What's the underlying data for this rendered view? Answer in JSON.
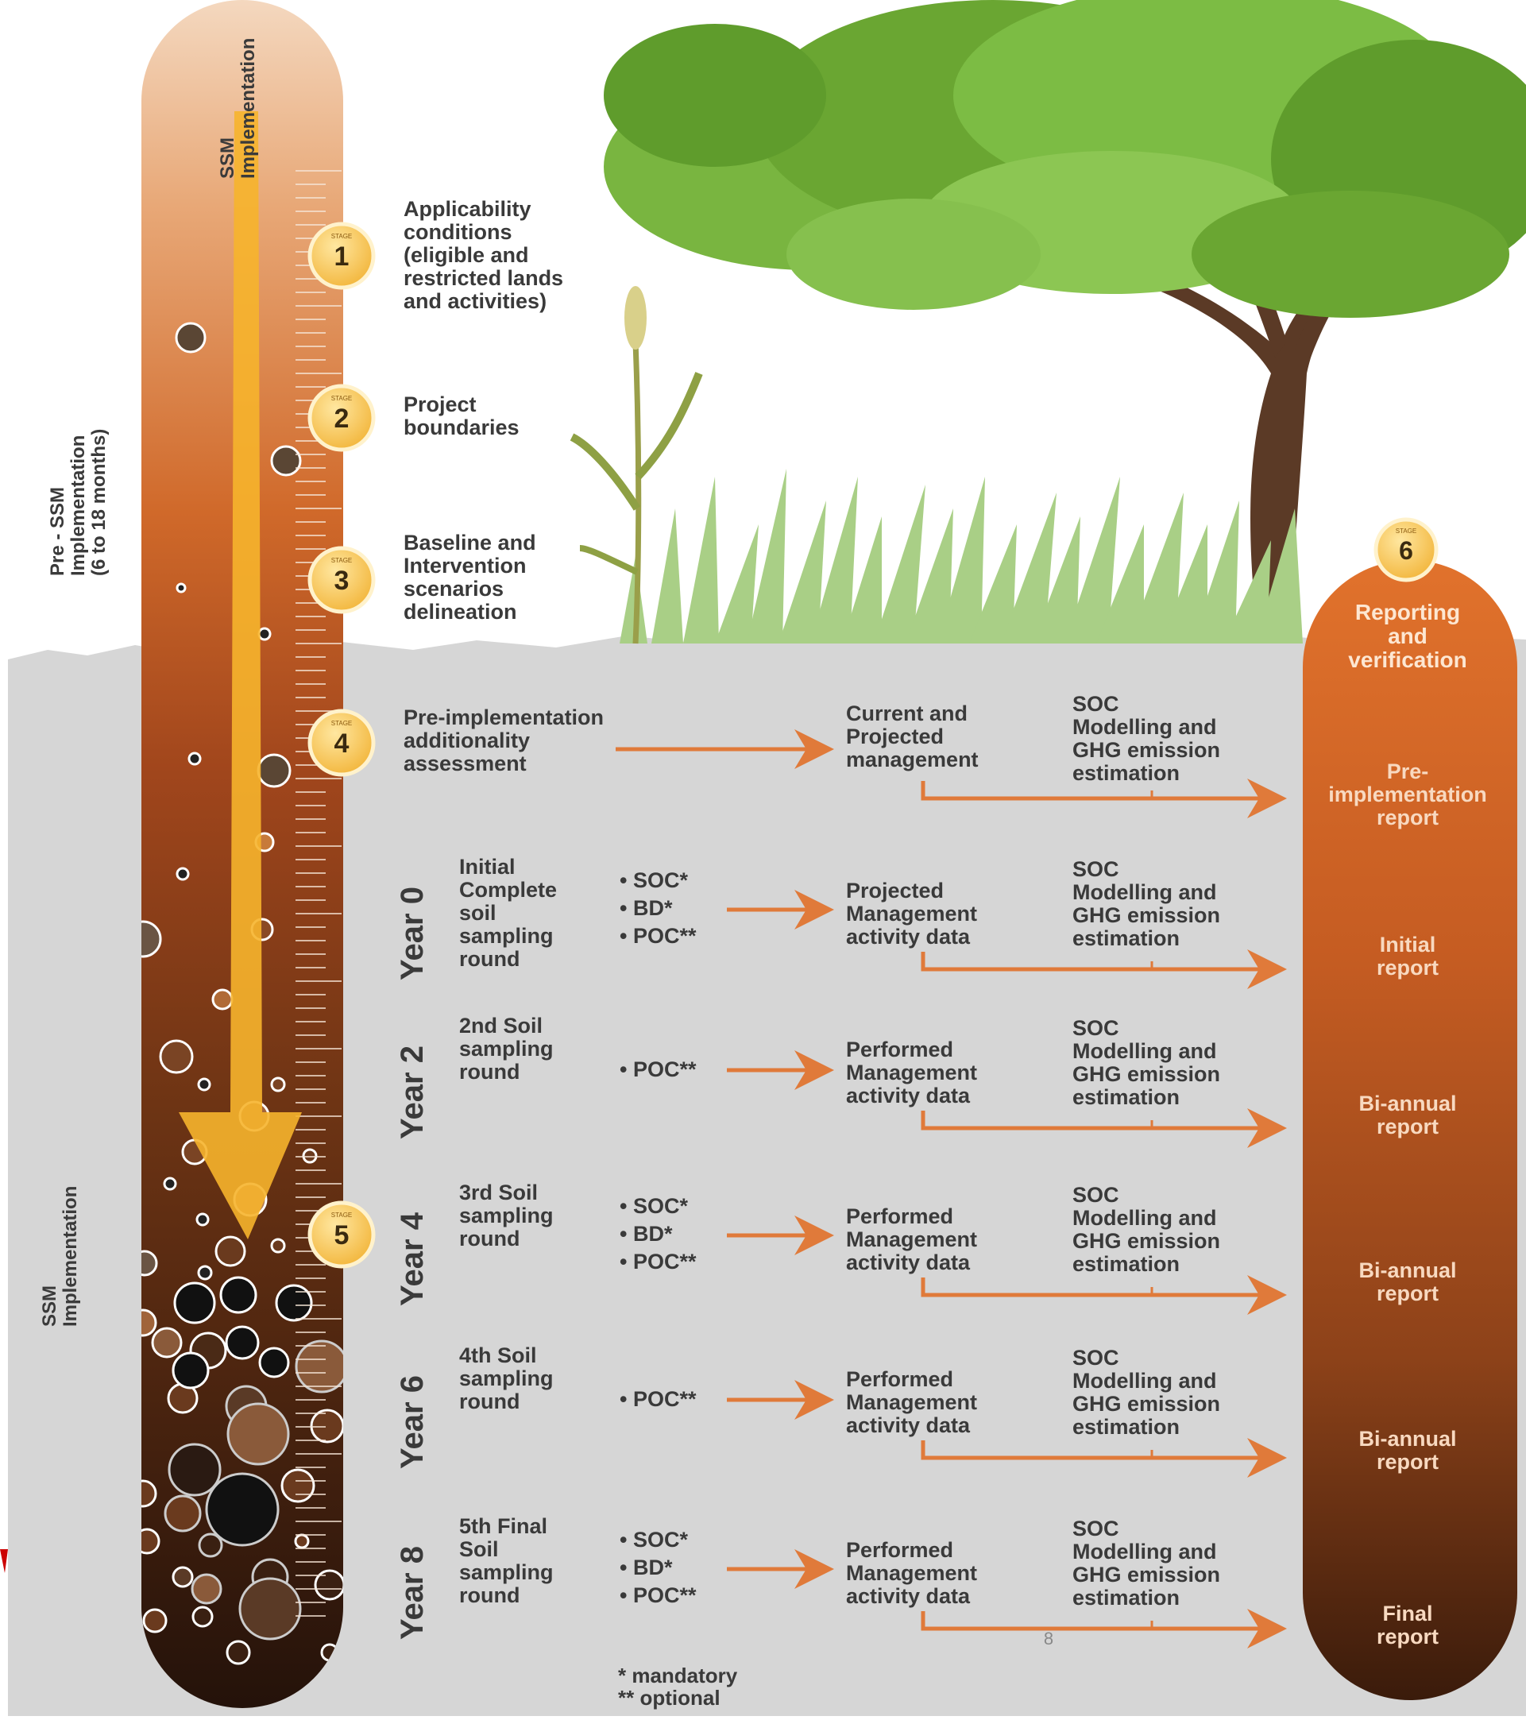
{
  "bar_labels": {
    "top_right": "SSM\nImplementation",
    "left_pre": "Pre - SSM\nImplementation\n(6 to 18 months)",
    "left_ssm": "SSM\nImplementation"
  },
  "stages": [
    {
      "num": "1",
      "badge": "STAGE",
      "text": "Applicability\nconditions\n(eligible and\nrestricted lands\nand activities)"
    },
    {
      "num": "2",
      "badge": "STAGE",
      "text": "Project\nboundaries"
    },
    {
      "num": "3",
      "badge": "STAGE",
      "text": "Baseline and\nIntervention\nscenarios\ndelineation"
    },
    {
      "num": "4",
      "badge": "STAGE",
      "text": "Pre-implementation\nadditionality\nassessment"
    },
    {
      "num": "5",
      "badge": "STAGE"
    }
  ],
  "rows": [
    {
      "management": "Current and\nProjected\nmanagement",
      "modelling": "SOC\nModelling and\nGHG emission\nestimation",
      "report": "Pre-\nimplementation\nreport"
    },
    {
      "year": "Year 0",
      "sampling": "Initial\nComplete\nsoil\nsampling\nround",
      "params": [
        "• SOC*",
        "• BD*",
        "• POC**"
      ],
      "management": "Projected\nManagement\nactivity data",
      "modelling": "SOC\nModelling and\nGHG emission\nestimation",
      "report": "Initial\nreport"
    },
    {
      "year": "Year 2",
      "sampling": "2nd Soil\nsampling\nround",
      "params": [
        "• POC**"
      ],
      "management": "Performed\nManagement\nactivity data",
      "modelling": "SOC\nModelling and\nGHG emission\nestimation",
      "report": "Bi-annual\nreport"
    },
    {
      "year": "Year 4",
      "sampling": "3rd Soil\nsampling\nround",
      "params": [
        "• SOC*",
        "• BD*",
        "• POC**"
      ],
      "management": "Performed\nManagement\nactivity data",
      "modelling": "SOC\nModelling and\nGHG emission\nestimation",
      "report": "Bi-annual\nreport"
    },
    {
      "year": "Year 6",
      "sampling": "4th Soil\nsampling\nround",
      "params": [
        "• POC**"
      ],
      "management": "Performed\nManagement\nactivity data",
      "modelling": "SOC\nModelling and\nGHG emission\nestimation",
      "report": "Bi-annual\nreport"
    },
    {
      "year": "Year 8",
      "sampling": "5th Final\nSoil\nsampling\nround",
      "params": [
        "• SOC*",
        "• BD*",
        "• POC**"
      ],
      "management": "Performed\nManagement\nactivity data",
      "modelling": "SOC\nModelling and\nGHG emission\nestimation",
      "report": "Final\nreport"
    }
  ],
  "stage6": {
    "num": "6",
    "badge": "STAGE",
    "title": "Reporting\nand\nverification"
  },
  "footnote": "* mandatory\n** optional",
  "page_number": "8",
  "colors": {
    "arrow": "#e07a3a",
    "badge": "#f7c14a",
    "soil_bg": "#d6d6d6",
    "bar_top": "#f2d2b6",
    "bar_mid": "#c85a1c",
    "bar_bottom": "#2a160b",
    "yellow_arrow": "#f6b42c",
    "tree_green": "#6aa632"
  }
}
